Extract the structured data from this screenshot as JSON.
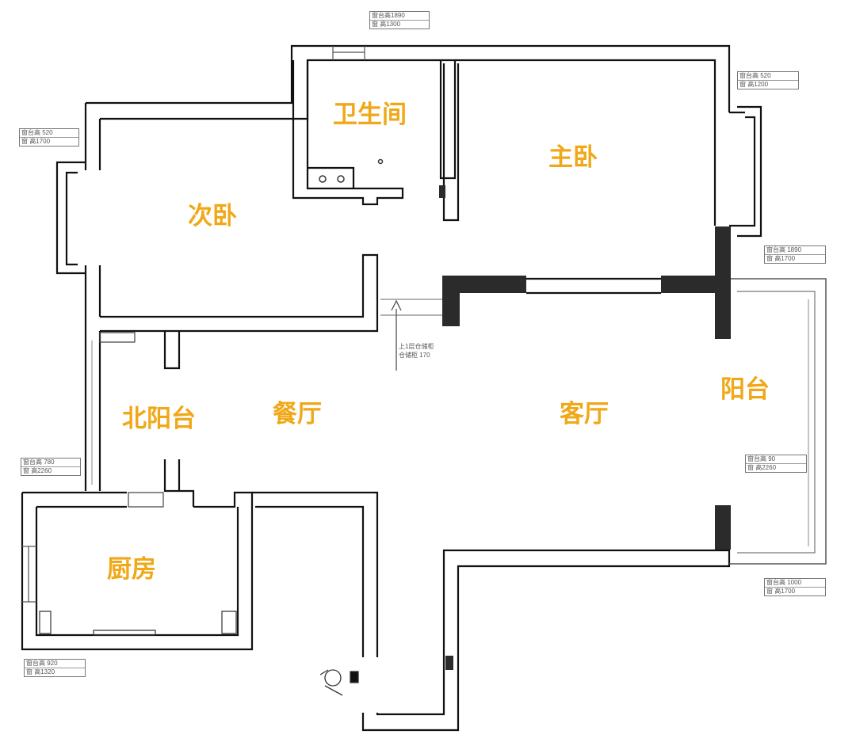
{
  "rooms": {
    "bathroom": "卫生间",
    "master_bedroom": "主卧",
    "second_bedroom": "次卧",
    "north_balcony": "北阳台",
    "dining_room": "餐厅",
    "living_room": "客厅",
    "balcony": "阳台",
    "kitchen": "厨房"
  },
  "window_tags": {
    "bathroom_window": [
      "窗台高1890",
      "窗 高1300"
    ],
    "master_window": [
      "窗台高 520",
      "窗 高1200"
    ],
    "second_window": [
      "窗台高 520",
      "窗 高1700"
    ],
    "balcony_top": [
      "窗台高 1890",
      "窗 高1700"
    ],
    "balcony_side": [
      "窗台高 90",
      "窗 高2260"
    ],
    "balcony_bottom": [
      "窗台高 1000",
      "窗 高1700"
    ],
    "north_balcony_window": [
      "窗台高 780",
      "窗 高2260"
    ],
    "kitchen_window": [
      "窗台高 920",
      "窗 高1320"
    ]
  },
  "notes": {
    "line1": "上1层仓储柜",
    "line2": "仓储柜 170"
  },
  "colors": {
    "label": "#F0A818",
    "wall": "#111111",
    "pillar": "#2b2b2b"
  }
}
